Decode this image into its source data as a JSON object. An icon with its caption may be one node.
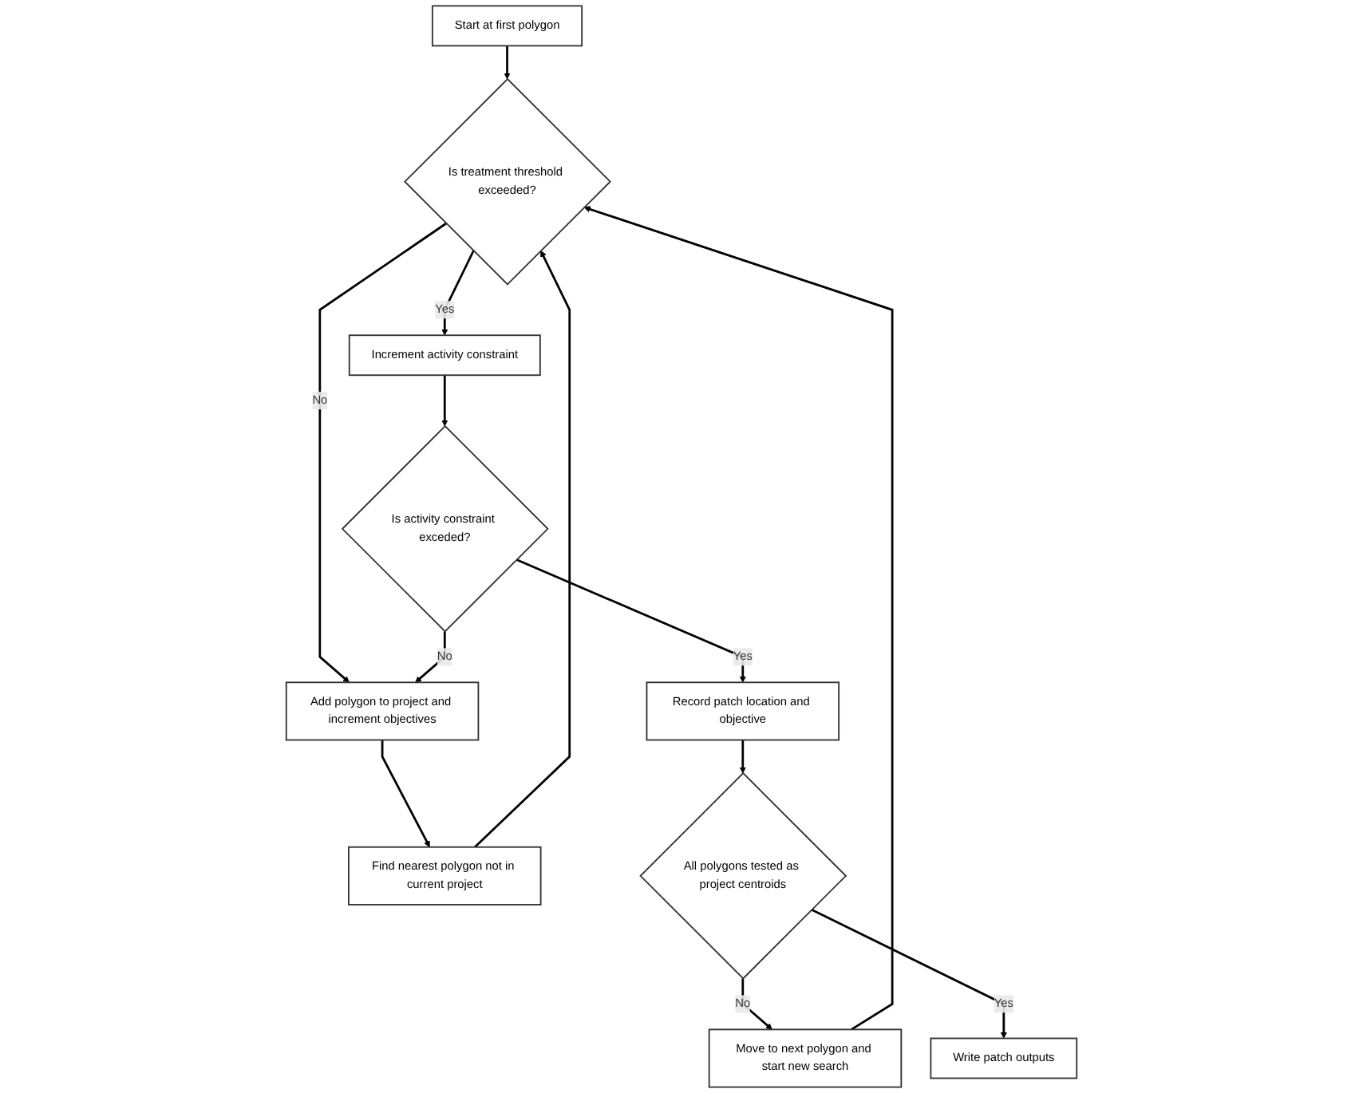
{
  "diagram": {
    "nodes": [
      {
        "text": [
          "Start at first polygon"
        ]
      },
      {
        "text": [
          "Is treatment threshold exceeded?"
        ]
      },
      {
        "text": [
          "Find nearest polygon not in current project"
        ]
      },
      {
        "text": [
          "Move to next polygon and start new search"
        ]
      },
      {
        "text": [
          "Increment activity constraint"
        ]
      },
      {
        "text": [
          "All polygons tested as project centroids"
        ]
      },
      {
        "text": [
          "Write patch outputs"
        ]
      },
      {
        "text": [
          "Add polygon to project and increment objectives"
        ]
      },
      {
        "text": [
          "Is activity constraint exceded?"
        ]
      },
      {
        "text": [
          "Record patch location and objective"
        ]
      }
    ],
    "edges": [
      {
        "from": 0,
        "to": 1,
        "arrow": "to"
      },
      {
        "from": 2,
        "to": 1,
        "arrow": "to"
      },
      {
        "from": 3,
        "to": 1,
        "arrow": "to"
      },
      {
        "from": 1,
        "to": 4,
        "arrow": "to",
        "label": "Yes"
      },
      {
        "from": 1,
        "to": 7,
        "arrow": "to",
        "label": "No"
      },
      {
        "from": 4,
        "to": 8,
        "arrow": "to"
      },
      {
        "from": 8,
        "to": 7,
        "arrow": "to",
        "label": "No"
      },
      {
        "from": 8,
        "to": 9,
        "arrow": "to",
        "label": "Yes"
      },
      {
        "from": 9,
        "to": 5,
        "arrow": "to"
      },
      {
        "from": 5,
        "to": 3,
        "arrow": "to",
        "label": "No"
      },
      {
        "from": 5,
        "to": 6,
        "arrow": "to",
        "label": "Yes"
      },
      {
        "from": 7,
        "to": 2,
        "arrow": "to"
      }
    ]
  }
}
